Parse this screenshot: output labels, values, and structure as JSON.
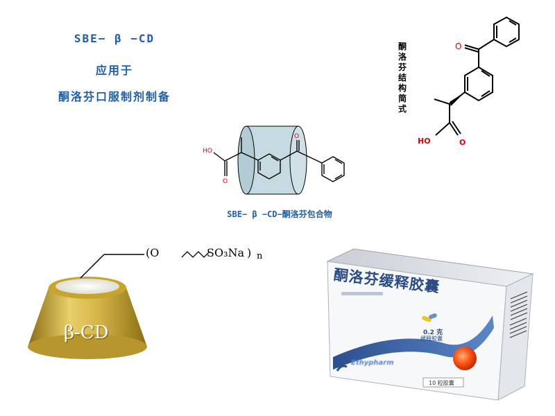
{
  "title": {
    "line1": "SBE− β −CD",
    "line2": "应用于",
    "line3": "酮洛芬口服制剂制备"
  },
  "structure": {
    "vertical_label": "酮洛芬结构简式",
    "atom_o": "O",
    "atom_ho": "HO",
    "atom_o2": "O"
  },
  "inclusion": {
    "caption": "SBE− β −CD−酮洛芬包合物",
    "atom_o": "O",
    "atom_ho": "HO",
    "atom_o2": "O"
  },
  "cyclodextrin": {
    "body_label": "β-CD",
    "substituent": "(O",
    "so3na": "SO₃Na",
    "close": ")",
    "n": "n"
  },
  "package": {
    "product_name": "酮洛芬缓释胶囊",
    "dose": "0.2 克",
    "dose_sub": "缓释胶囊",
    "count": "10 粒胶囊",
    "brand": "Ethypharm"
  },
  "colors": {
    "title_blue": "#1f5fa8",
    "oxygen_red": "#e00000",
    "gold": "#c9a42c",
    "cylinder": "#bcd4dc"
  }
}
